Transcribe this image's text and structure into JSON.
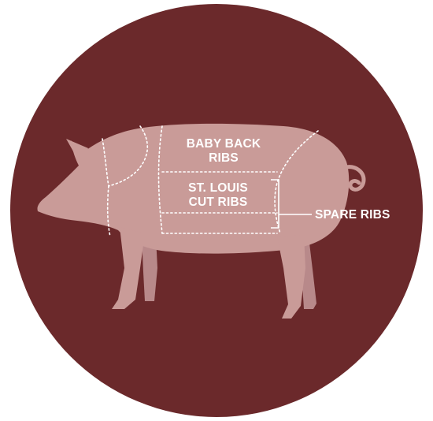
{
  "colors": {
    "background_circle": "#6b292b",
    "pig_fill": "#c99b98",
    "pig_shadow": "#b8898a",
    "lines_and_text": "#ffffff"
  },
  "labels": {
    "baby_back_line1": "BABY BACK",
    "baby_back_line2": "RIBS",
    "st_louis_line1": "ST. LOUIS",
    "st_louis_line2": "CUT RIBS",
    "spare_ribs": "SPARE RIBS"
  }
}
